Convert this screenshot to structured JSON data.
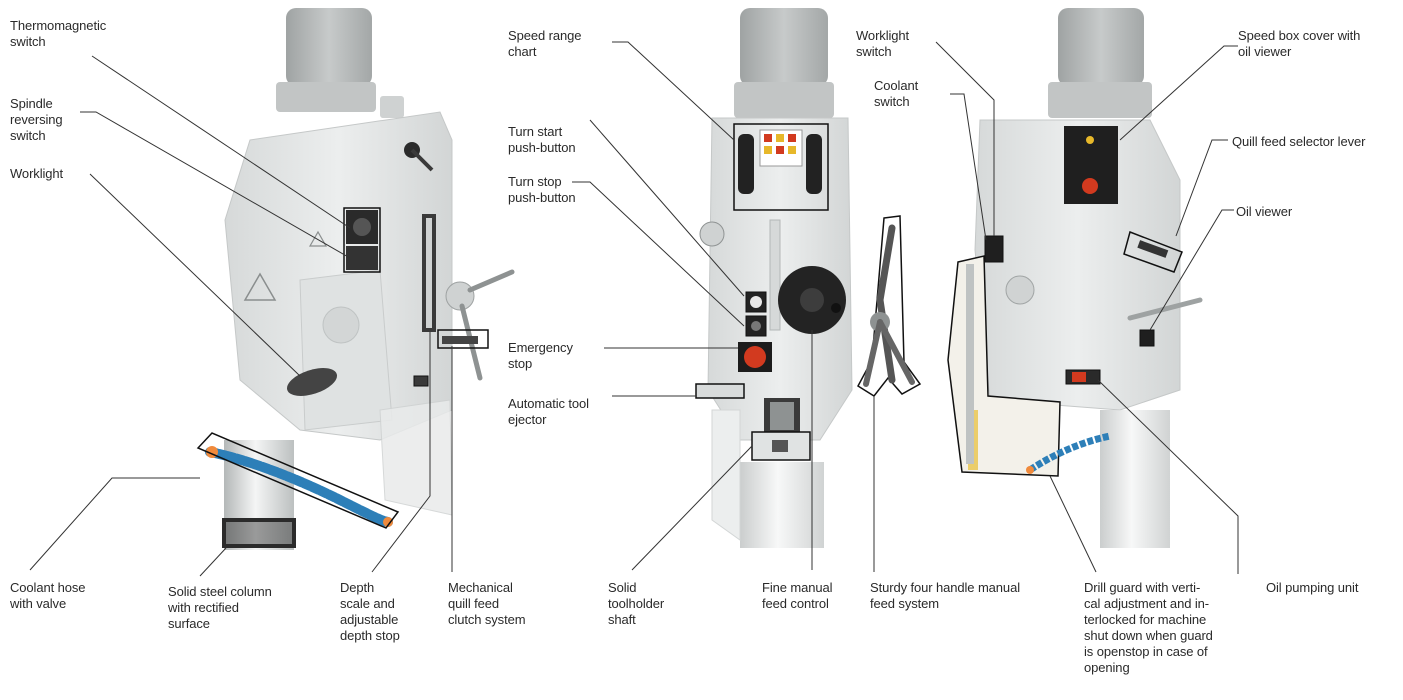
{
  "labels": {
    "thermomagnetic_switch": "Thermomagnetic\nswitch",
    "spindle_reversing_switch": "Spindle\nreversing\nswitch",
    "worklight_left": "Worklight",
    "coolant_hose": "Coolant hose\nwith valve",
    "solid_steel_column": "Solid steel column\nwith rectified\nsurface",
    "depth_scale": "Depth\nscale and\nadjustable\ndepth stop",
    "mechanical_quill_feed": "Mechanical\nquill feed\nclutch system",
    "speed_range_chart": "Speed range\nchart",
    "turn_start": "Turn start\npush-button",
    "turn_stop": "Turn stop\npush-button",
    "emergency_stop": "Emergency\nstop",
    "automatic_tool_ejector": "Automatic tool\nejector",
    "solid_toolholder_shaft": "Solid\ntoolholder\nshaft",
    "fine_manual_feed": "Fine manual\nfeed control",
    "sturdy_four_handle": "Sturdy four handle manual\nfeed system",
    "worklight_switch": "Worklight\nswitch",
    "coolant_switch": "Coolant\nswitch",
    "speed_box_cover": "Speed box cover with\noil viewer",
    "quill_feed_selector": "Quill feed selector lever",
    "oil_viewer": "Oil viewer",
    "drill_guard": "Drill guard with verti-\ncal adjustment and in-\nterlocked for machine\nshut down when guard\nis openstop in case of\nopening",
    "oil_pumping_unit": "Oil pumping unit"
  },
  "colors": {
    "machine_body": "#e4e6e6",
    "machine_shadow": "#c9cccc",
    "motor": "#b9bcbc",
    "leader_line": "#333333",
    "coolant_hose": "#2d7fb8",
    "hose_nozzle": "#f08a3c",
    "emergency_red": "#d23a1f",
    "dark_part": "#262626"
  }
}
